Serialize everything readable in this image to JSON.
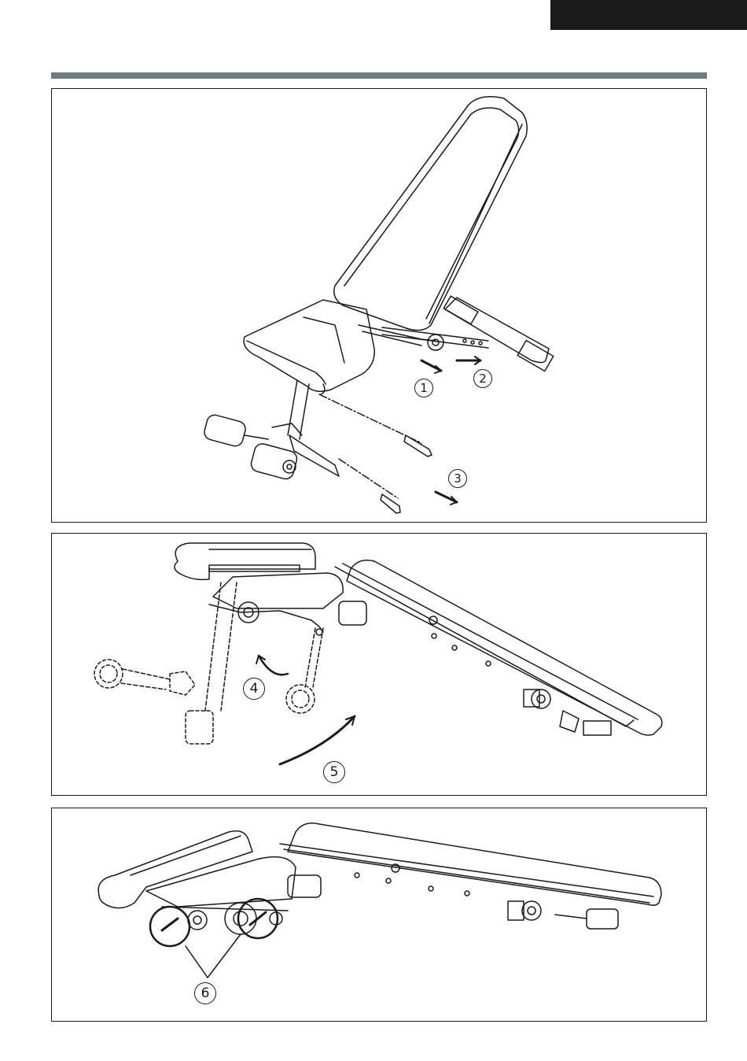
{
  "header": {
    "tab_color": "#1a1a1a",
    "rule_color": "#6f7b84"
  },
  "panels": [
    {
      "id": "panel-1",
      "description_icon": "bench-upright-removing-pins-icon",
      "steps": [
        "1",
        "2",
        "3"
      ]
    },
    {
      "id": "panel-2",
      "description_icon": "bench-folding-rotate-icon",
      "steps": [
        "4",
        "5"
      ]
    },
    {
      "id": "panel-3",
      "description_icon": "bench-folded-pins-reinserted-icon",
      "steps": [
        "6"
      ]
    }
  ]
}
